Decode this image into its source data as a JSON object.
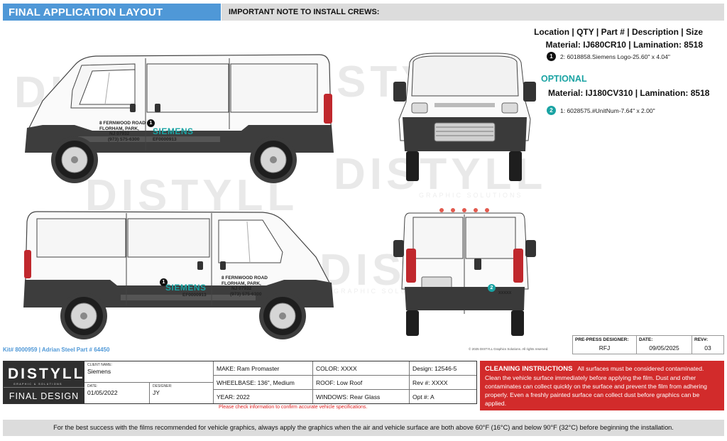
{
  "header": {
    "title": "FINAL APPLICATION LAYOUT",
    "note": "IMPORTANT NOTE TO INSTALL CREWS:"
  },
  "info": {
    "columns": "Location | QTY | Part # | Description | Size",
    "material1": "Material: IJ680CR10 | Lamination: 8518",
    "item1_num": "1",
    "item1": "2: 6018858.Siemens Logo-25.60\" x 4.04\"",
    "optional": "OPTIONAL",
    "material2": "Material: IJ180CV310 | Lamination: 8518",
    "item2_num": "2",
    "item2": "1: 6028575.#UnitNum-7.64\" x 2.00\""
  },
  "watermark": {
    "brand": "DISTYLL",
    "sub": "GRAPHIC SOLUTIONS"
  },
  "van_graphics": {
    "address_line1": "8 FERNWOOD ROAD",
    "address_line2": "FLORHAM, PARK,",
    "address_line3": "NJ 07932",
    "address_line4": "(973) 575-6300",
    "logo": "SIEMENS",
    "unit": "EF0000913",
    "rear_unit": "XXXXX",
    "pin1": "1",
    "pin2": "2"
  },
  "kit": "Kit# 8000959 | Adrian Steel Part # 64450",
  "copyright": "© 2025 DISTYLL Graphics Solutions. All rights reserved.",
  "prepress": {
    "designer_label": "PRE-PRESS DESIGNER:",
    "designer": "RFJ",
    "date_label": "DATE:",
    "date": "09/05/2025",
    "rev_label": "REV#:",
    "rev": "03"
  },
  "form": {
    "brand": "DISTYLL",
    "brand_tag": "GRAPHIC & SOLUTIONS",
    "final_design": "FINAL DESIGN",
    "client_label": "CLIENT NAME:",
    "client": "Siemens",
    "date_label": "DATE:",
    "date": "01/05/2022",
    "designer_label": "DESIGNER:",
    "designer": "JY",
    "make": "MAKE:  Ram Promaster",
    "wheelbase": "WHEELBASE:  136\", Medium",
    "year": "YEAR:  2022",
    "color": "COLOR:  XXXX",
    "roof": "ROOF:  Low Roof",
    "windows": "WINDOWS: Rear Glass",
    "design": "Design:  12546-5",
    "rev": "Rev #:  XXXX",
    "opt": "Opt #:  A",
    "check_note": "Please check information to confirm accurate vehicle specifications."
  },
  "cleaning": {
    "title": "CLEANING INSTRUCTIONS",
    "text": "All surfaces must be considered contaminated. Clean the vehicle surface immediately before applying the film. Dust and other contaminates can collect quickly on the surface and prevent the film from adhering properly. Even a freshly painted surface can collect dust before graphics can be applied."
  },
  "footer": "For the best success with the films recommended for vehicle graphics, always apply the graphics when the air and vehicle surface are both above 60°F (16°C) and below 90°F (32°C) before beginning the installation.",
  "colors": {
    "blue": "#4f98d7",
    "teal": "#1aa3a3",
    "red": "#d22b2b",
    "dark": "#2f2f2f"
  }
}
